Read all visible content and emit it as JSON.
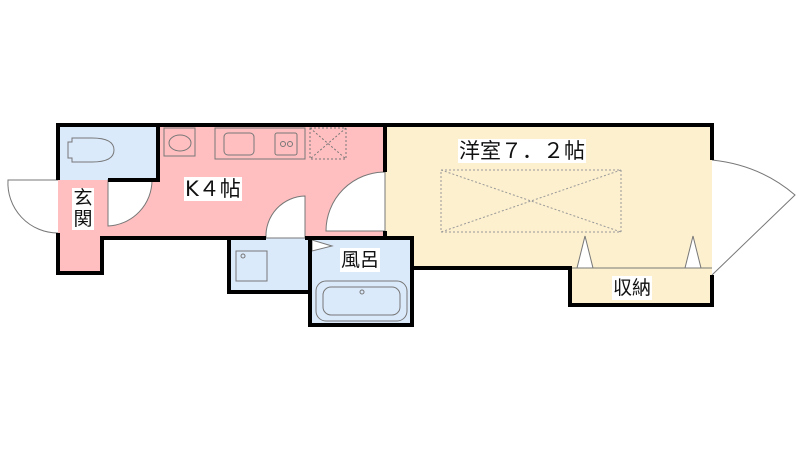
{
  "floor_plan": {
    "rooms": {
      "kitchen": {
        "label": "K４帖"
      },
      "western_room": {
        "label": "洋室７．２帖"
      },
      "entrance": {
        "label_line1": "玄",
        "label_line2": "関"
      },
      "bath": {
        "label": "風呂"
      },
      "storage": {
        "label": "収納"
      }
    },
    "colors": {
      "kitchen": "#ffbfc0",
      "western_room": "#fdf0cf",
      "wet_area": "#dbeafb",
      "wall": "#000000"
    }
  }
}
